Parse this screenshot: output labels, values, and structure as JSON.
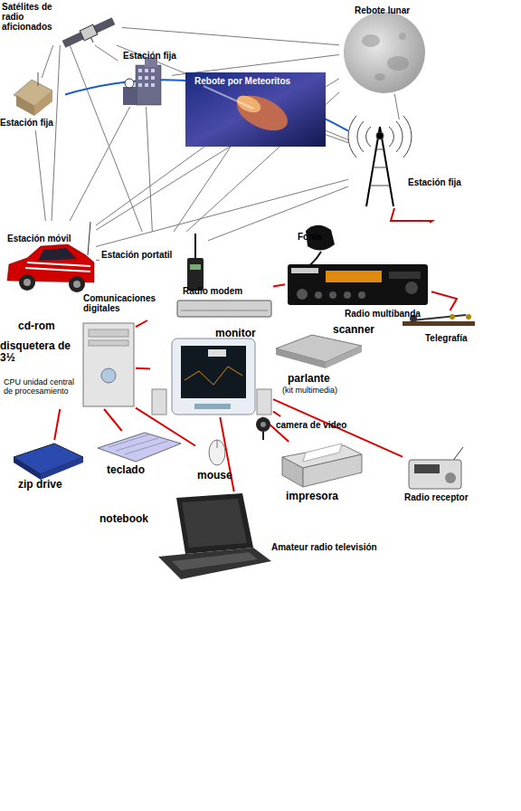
{
  "diagram": {
    "nodes": [
      {
        "text": [
          "Satélites de radio aficionados"
        ]
      },
      {
        "text": [
          "Rebote lunar"
        ]
      },
      {
        "text": [
          "Estación fija"
        ]
      },
      {
        "text": [
          "Rebote por Meteoritos"
        ]
      },
      {
        "text": [
          "Estación fija"
        ]
      },
      {
        "text": [
          "Estación fija"
        ]
      },
      {
        "text": [
          "Estación móvil"
        ]
      },
      {
        "text": [
          "Estación portatil"
        ]
      },
      {
        "text": [
          "Fonía",
          "Radio multibanda"
        ]
      },
      {
        "text": [
          "Comunicaciones digitales",
          "Radio modem"
        ]
      },
      {
        "text": [
          "Telegrafía"
        ]
      },
      {
        "text": [
          "cd-rom",
          "disquetera de 3½",
          "CPU unidad central de procesamiento"
        ]
      },
      {
        "text": [
          "monitor"
        ]
      },
      {
        "text": [
          "scanner"
        ]
      },
      {
        "text": [
          "parlante",
          "(kit multimedia)"
        ]
      },
      {
        "text": [
          "camera de video"
        ]
      },
      {
        "text": [
          "teclado"
        ]
      },
      {
        "text": [
          "mouse"
        ]
      },
      {
        "text": [
          "zip drive"
        ]
      },
      {
        "text": [
          "impresora"
        ]
      },
      {
        "text": [
          "Radio receptor"
        ]
      },
      {
        "text": [
          "notebook",
          "Amateur radio televisión"
        ]
      }
    ],
    "edges": [
      {
        "from": 0,
        "to": 4,
        "arrow": "none"
      },
      {
        "from": 0,
        "to": 2,
        "arrow": "none"
      },
      {
        "from": 0,
        "to": 1,
        "arrow": "none"
      },
      {
        "from": 0,
        "to": 6,
        "arrow": "none"
      },
      {
        "from": 0,
        "to": 7,
        "arrow": "none"
      },
      {
        "from": 0,
        "to": 5,
        "arrow": "none"
      },
      {
        "from": 4,
        "to": 6,
        "arrow": "none"
      },
      {
        "from": 2,
        "to": 6,
        "arrow": "none"
      },
      {
        "from": 2,
        "to": 7,
        "arrow": "none"
      },
      {
        "from": 2,
        "to": 1,
        "arrow": "none"
      },
      {
        "from": 1,
        "to": 6,
        "arrow": "none"
      },
      {
        "from": 1,
        "to": 7,
        "arrow": "none"
      },
      {
        "from": 1,
        "to": 5,
        "arrow": "none"
      },
      {
        "from": 3,
        "to": 6,
        "arrow": "none"
      },
      {
        "from": 3,
        "to": 7,
        "arrow": "none"
      },
      {
        "from": 3,
        "to": 5,
        "arrow": "none"
      },
      {
        "from": 6,
        "to": 7,
        "arrow": "none"
      },
      {
        "from": 5,
        "to": 6,
        "arrow": "none"
      },
      {
        "from": 5,
        "to": 7,
        "arrow": "none"
      },
      {
        "from": 4,
        "to": 5,
        "arrow": "none"
      },
      {
        "from": 5,
        "to": 8,
        "arrow": "none"
      },
      {
        "from": 8,
        "to": 9,
        "arrow": "none"
      },
      {
        "from": 8,
        "to": 10,
        "arrow": "none"
      },
      {
        "from": 9,
        "to": 11,
        "arrow": "none"
      },
      {
        "from": 11,
        "to": 12,
        "arrow": "none"
      },
      {
        "from": 12,
        "to": 13,
        "arrow": "none"
      },
      {
        "from": 11,
        "to": 18,
        "arrow": "none"
      },
      {
        "from": 11,
        "to": 16,
        "arrow": "none"
      },
      {
        "from": 11,
        "to": 17,
        "arrow": "none"
      },
      {
        "from": 12,
        "to": 15,
        "arrow": "none"
      },
      {
        "from": 12,
        "to": 19,
        "arrow": "none"
      },
      {
        "from": 12,
        "to": 21,
        "arrow": "none"
      },
      {
        "from": 12,
        "to": 20,
        "arrow": "none"
      }
    ]
  }
}
